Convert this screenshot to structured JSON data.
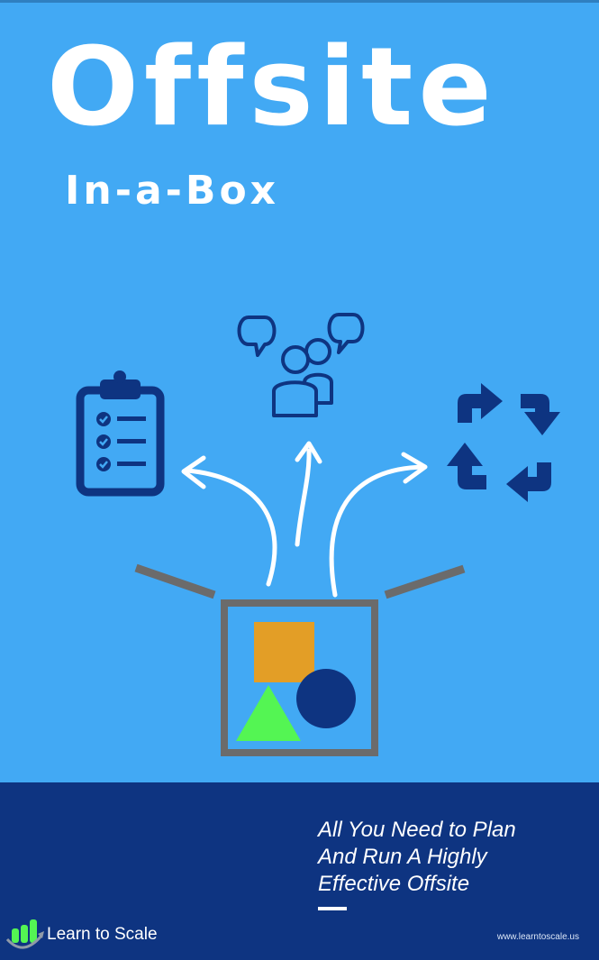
{
  "cover": {
    "title": "Offsite",
    "subtitle": "In-a-Box",
    "tagline": [
      "All You Need to Plan",
      "And Run A Highly",
      "Effective Offsite"
    ]
  },
  "footer": {
    "brand": "Learn to Scale",
    "url": "www.learntoscale.us"
  },
  "icons": {
    "left": "clipboard-checklist-icon",
    "center": "people-discussion-icon",
    "right": "recycle-arrows-icon",
    "box": "open-box-icon"
  },
  "colors": {
    "background": "#42a9f4",
    "footer": "#0e3481",
    "icon_navy": "#0e3481",
    "box_gray": "#6b6b6b",
    "square_orange": "#e39e26",
    "triangle_green": "#54f553",
    "circle_navy": "#0e3481"
  }
}
